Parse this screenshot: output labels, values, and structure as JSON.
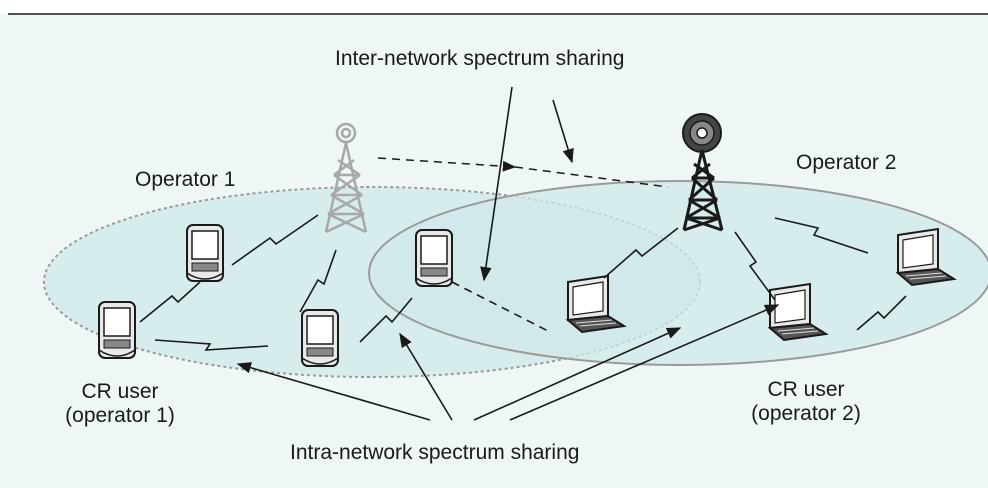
{
  "labels": {
    "inter": "Inter-network spectrum sharing",
    "intra": "Intra-network spectrum sharing",
    "operator1": "Operator 1",
    "operator2": "Operator 2",
    "cr_user1_line1": "CR user",
    "cr_user1_line2": "(operator 1)",
    "cr_user2_line1": "CR user",
    "cr_user2_line2": "(operator 2)"
  },
  "colors": {
    "background": "#eef6f6",
    "ellipse_fill": "#cfe8ea",
    "ellipse_operator1_stroke": "#9a9a9a",
    "ellipse_operator2_stroke": "#9a9a9a",
    "tower_operator1": "#a8a8a8",
    "tower_operator2": "#1a1a1a",
    "line": "#1a1a1a"
  },
  "icons": [
    "radio-tower-icon",
    "pda-device-icon",
    "laptop-icon",
    "lightning-link-icon"
  ]
}
